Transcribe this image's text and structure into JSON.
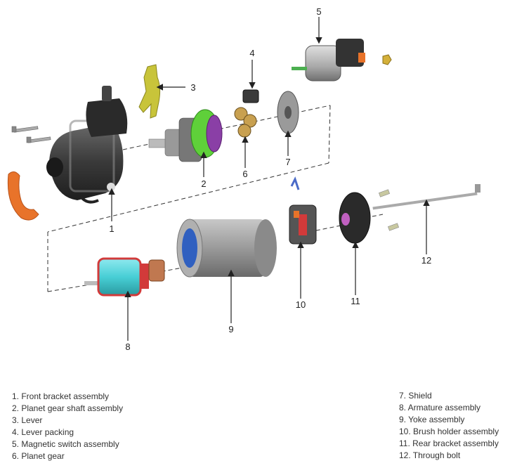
{
  "callouts": [
    "1",
    "2",
    "3",
    "4",
    "5",
    "6",
    "7",
    "8",
    "9",
    "10",
    "11",
    "12"
  ],
  "legend_left": [
    "1. Front bracket assembly",
    "2. Planet gear shaft assembly",
    "3. Lever",
    "4. Lever packing",
    "5. Magnetic switch assembly",
    "6. Planet gear"
  ],
  "legend_right": [
    "7. Shield",
    "8. Armature assembly",
    "9. Yoke assembly",
    "10. Brush holder assembly",
    "11. Rear bracket assembly",
    "12. Through bolt"
  ],
  "colors": {
    "bracket": "#3a3a3a",
    "lever": "#c8c43a",
    "gear_green": "#5fd03a",
    "gear_purple": "#8a3fa6",
    "armature": "#48cfd6",
    "armature_red": "#d23a3a",
    "yoke": "#9a9a9a",
    "orange_part": "#e8732a",
    "line": "#333333"
  }
}
